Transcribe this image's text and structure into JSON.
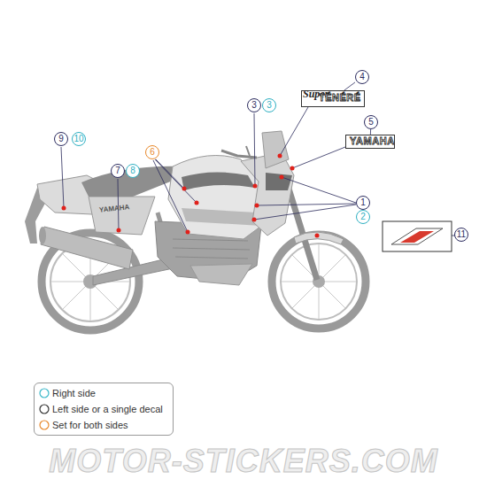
{
  "diagram": {
    "nodes": [
      {
        "text": [
          "4"
        ]
      },
      {
        "text": [
          "Super",
          "TÉNÉRÉ"
        ]
      },
      {
        "text": [
          "5"
        ]
      },
      {
        "text": [
          "YAMAHA"
        ]
      },
      {
        "text": [
          "3"
        ]
      },
      {
        "text": [
          "3"
        ]
      },
      {
        "text": [
          "9"
        ]
      },
      {
        "text": [
          "10"
        ]
      },
      {
        "text": [
          "6"
        ]
      },
      {
        "text": [
          "7"
        ]
      },
      {
        "text": [
          "8"
        ]
      },
      {
        "text": [
          "1"
        ]
      },
      {
        "text": [
          "2"
        ]
      },
      {
        "text": [
          "11"
        ]
      }
    ],
    "edges": [
      {
        "from": 0,
        "to": 1,
        "arrow": "none"
      },
      {
        "from": 2,
        "to": 3,
        "arrow": "none"
      }
    ],
    "labels": [
      "YAMAHA",
      "MOTOR-STICKERS.COM"
    ],
    "legend": [
      {
        "text": "Right side"
      },
      {
        "text": "Left side or a single decal"
      },
      {
        "text": "Set for both sides"
      }
    ]
  }
}
